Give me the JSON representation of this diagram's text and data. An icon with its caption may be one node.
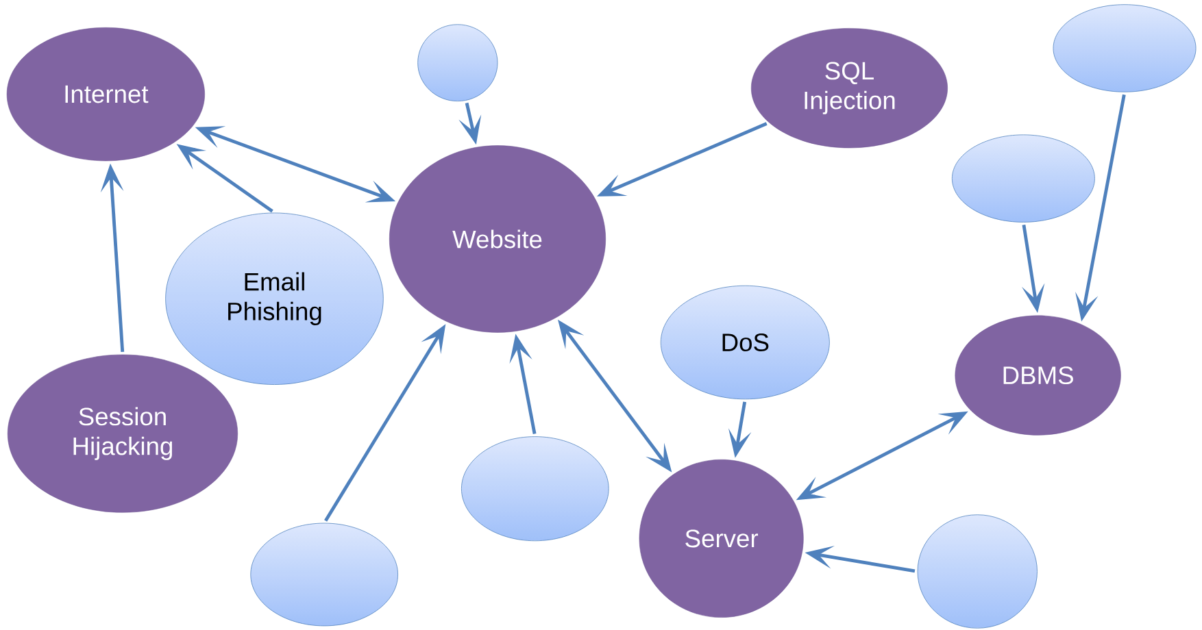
{
  "diagram": {
    "nodes": [
      {
        "text": [
          "Internet"
        ]
      },
      {
        "text": [],
        "shape": "ellipse"
      },
      {
        "text": [
          "SQL Injection"
        ]
      },
      {
        "text": [],
        "shape": "ellipse"
      },
      {
        "text": [
          "Website"
        ]
      },
      {
        "text": [
          "Email Phishing"
        ]
      },
      {
        "text": [],
        "shape": "ellipse"
      },
      {
        "text": [
          "DoS"
        ]
      },
      {
        "text": [
          "DBMS"
        ]
      },
      {
        "text": [
          "Session Hijacking"
        ]
      },
      {
        "text": [],
        "shape": "ellipse"
      },
      {
        "text": [
          "Server"
        ]
      },
      {
        "text": [],
        "shape": "ellipse"
      },
      {
        "text": [],
        "shape": "ellipse"
      }
    ],
    "edges": [
      {
        "from": 0,
        "to": 4,
        "arrow": "both"
      },
      {
        "from": 1,
        "to": 4,
        "arrow": "to"
      },
      {
        "from": 5,
        "to": 0,
        "arrow": "to"
      },
      {
        "from": 2,
        "to": 4,
        "arrow": "to"
      },
      {
        "from": 9,
        "to": 0,
        "arrow": "to"
      },
      {
        "from": 12,
        "to": 4,
        "arrow": "to"
      },
      {
        "from": 10,
        "to": 4,
        "arrow": "to"
      },
      {
        "from": 4,
        "to": 11,
        "arrow": "both"
      },
      {
        "from": 7,
        "to": 11,
        "arrow": "to"
      },
      {
        "from": 11,
        "to": 8,
        "arrow": "both"
      },
      {
        "from": 13,
        "to": 11,
        "arrow": "to"
      },
      {
        "from": 6,
        "to": 8,
        "arrow": "to"
      },
      {
        "from": 3,
        "to": 8,
        "arrow": "to"
      }
    ]
  }
}
